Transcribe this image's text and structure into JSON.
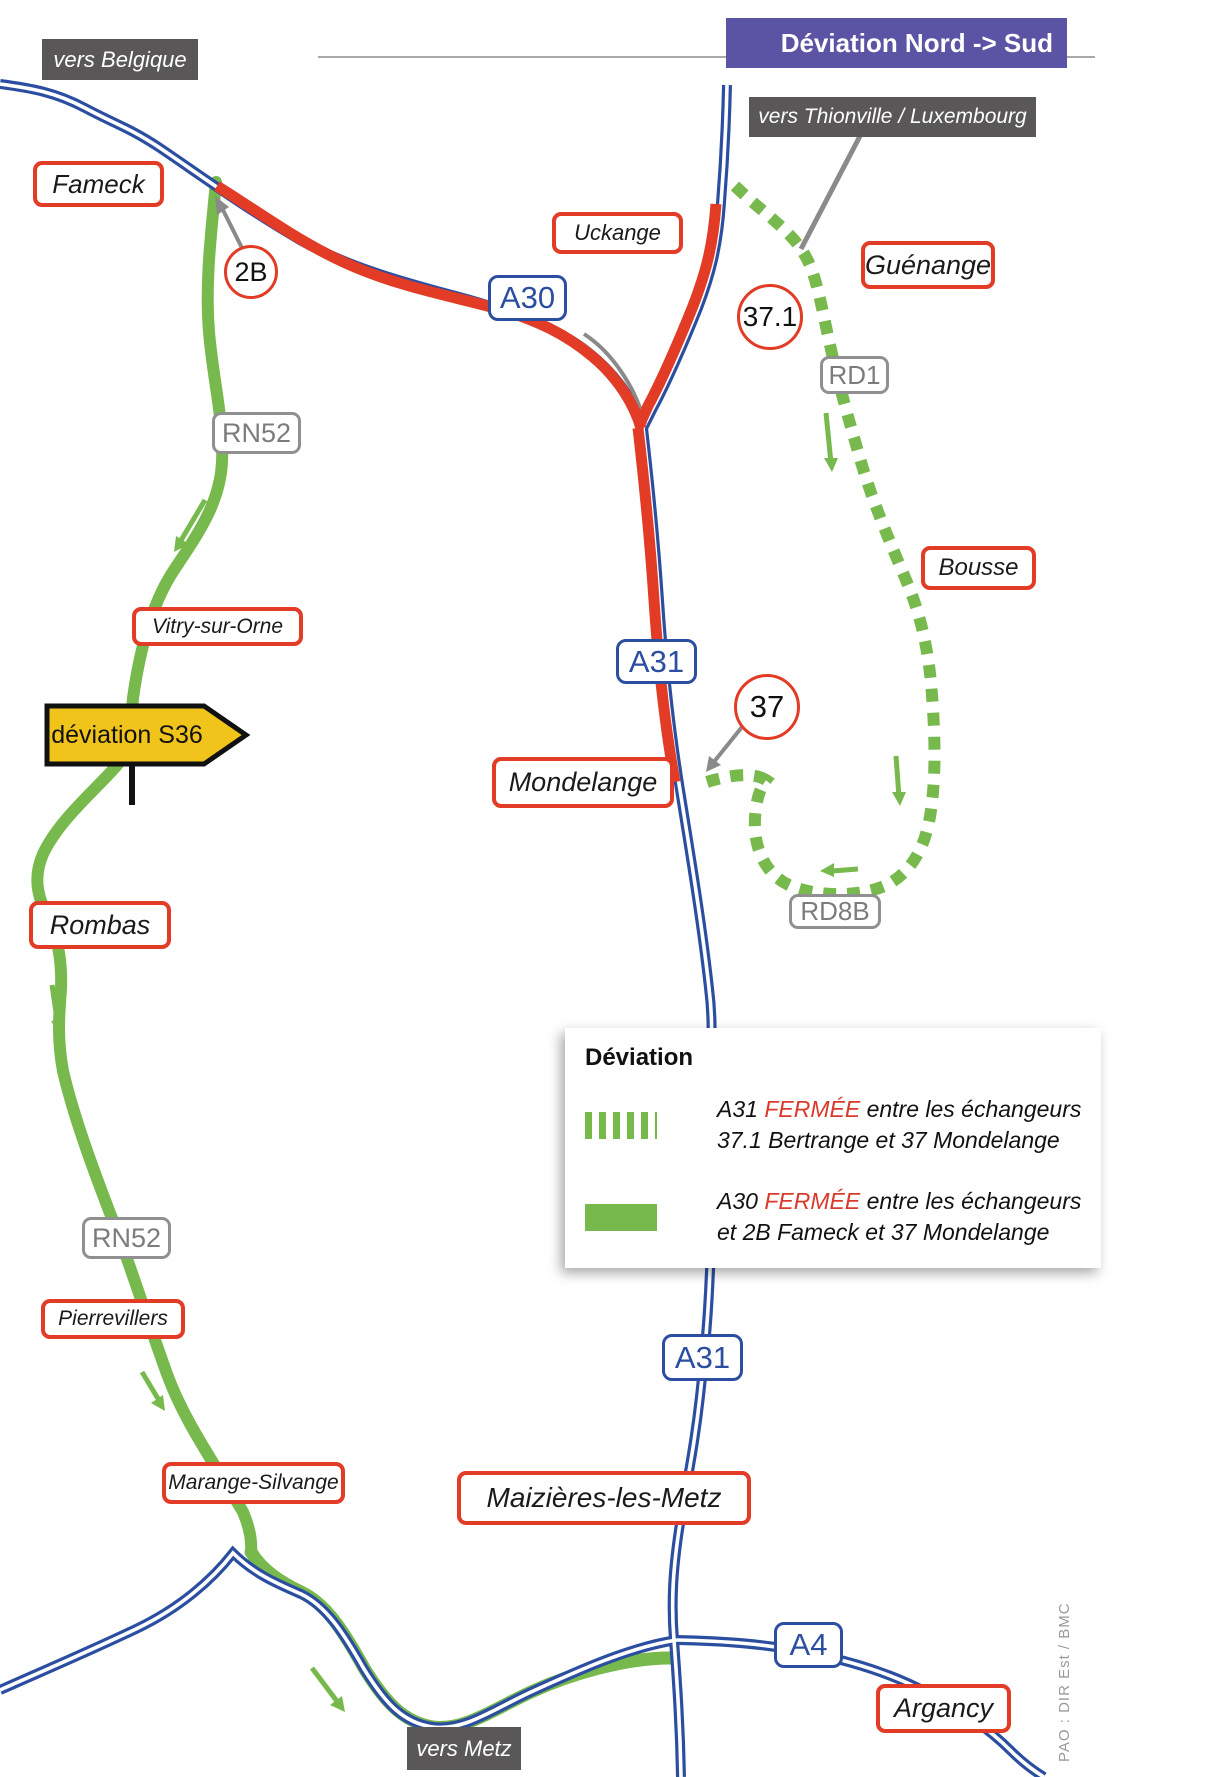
{
  "banner": {
    "text": "Déviation Nord -> Sud"
  },
  "destinations": {
    "belgique": "vers Belgique",
    "thionville": "vers Thionville / Luxembourg",
    "metz": "vers Metz"
  },
  "cities": {
    "fameck": "Fameck",
    "uckange": "Uckange",
    "guenange": "Guénange",
    "bousse": "Bousse",
    "vitry": "Vitry-sur-Orne",
    "mondelange": "Mondelange",
    "rombas": "Rombas",
    "pierrevillers": "Pierrevillers",
    "marange": "Marange-Silvange",
    "maizieres": "Maizières-les-Metz",
    "argancy": "Argancy"
  },
  "roads": {
    "a30": "A30",
    "a31_upper": "A31",
    "a31_lower": "A31",
    "a4": "A4",
    "rn52_upper": "RN52",
    "rn52_lower": "RN52",
    "rd1": "RD1",
    "rd8b": "RD8B"
  },
  "junctions": {
    "j2b": "2B",
    "j37_1": "37.1",
    "j37": "37"
  },
  "detour_sign": {
    "text": "déviation S36"
  },
  "legend": {
    "title": "Déviation",
    "rows": [
      {
        "symbol": "dashed",
        "road": "A31",
        "status": "FERMÉE",
        "rest": "entre les échangeurs",
        "line2": "37.1 Bertrange et 37 Mondelange"
      },
      {
        "symbol": "solid",
        "road": "A30",
        "status": "FERMÉE",
        "rest": "entre les échangeurs",
        "line2": "et 2B Fameck et 37 Mondelange"
      }
    ]
  },
  "credit": "PAO : DIR Est / BMC",
  "colors": {
    "road_blue": "#2b4ea0",
    "closed_red": "#e23b26",
    "detour_green": "#77b94c",
    "banner_purple": "#5b53a4",
    "dark_box": "#595757",
    "gray_badge": "#909090",
    "sign_yellow": "#f0c41b"
  }
}
